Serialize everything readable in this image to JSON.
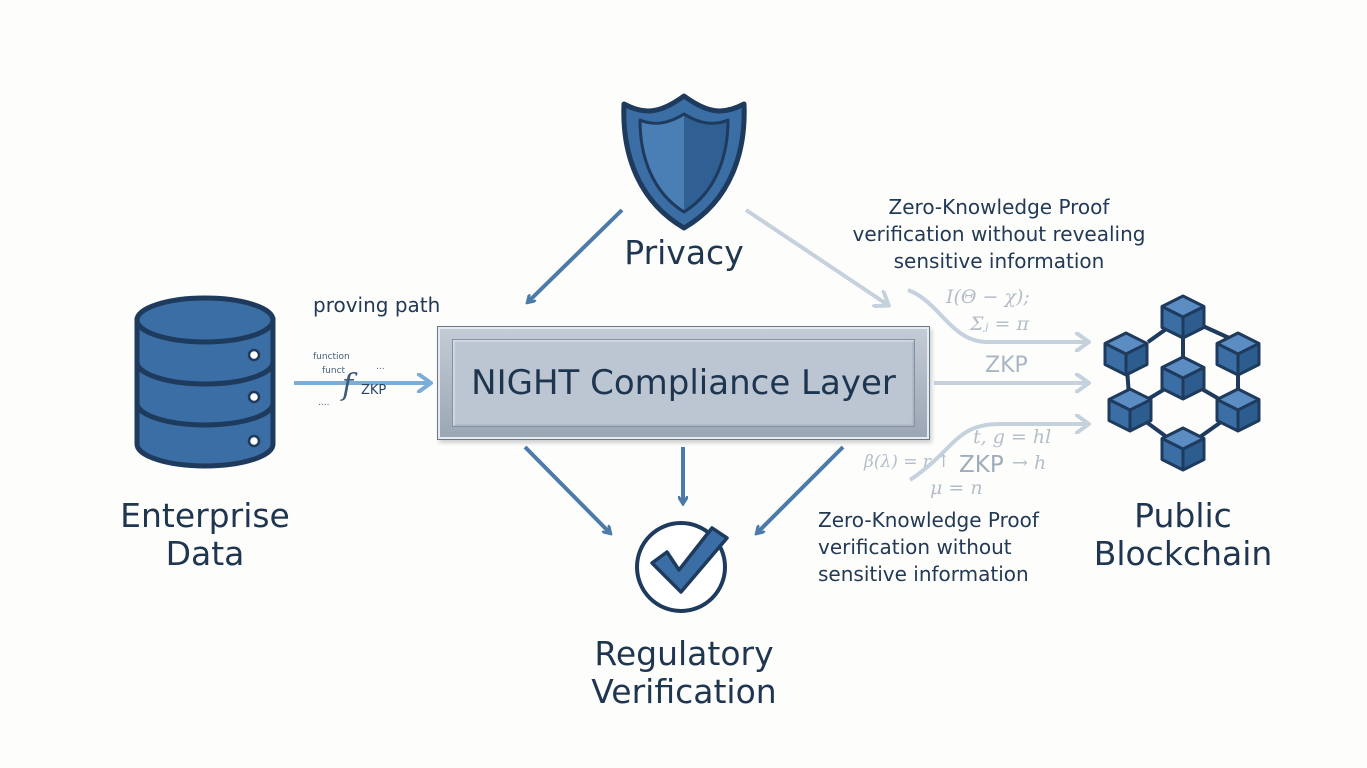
{
  "nodes": {
    "enterprise_data": "Enterprise\nData",
    "privacy": "Privacy",
    "compliance_layer": "NIGHT Compliance Layer",
    "regulatory_verification": "Regulatory\nVerification",
    "public_blockchain": "Public\nBlockchain"
  },
  "annotations": {
    "proving_path": "proving path",
    "zkp_note_top": "Zero-Knowledge Proof\nverification without revealing\nsensitive information",
    "zkp_note_bottom": "Zero-Knowledge Proof\nverification without\nsensitive information",
    "func_1": "function",
    "func_2": "funct",
    "func_dots_1": "...",
    "func_dots_2": "....",
    "func_f": "f",
    "func_zkp": "ZKP",
    "zkp_mid": "ZKP",
    "zkp_low": "ZKP",
    "math_1": "I(Θ − χ);",
    "math_2": "Σⱼ = π",
    "math_3": "t, g = hl",
    "math_4": "β(λ) = r ↑",
    "math_5": "→ h",
    "math_6": "μ = n"
  },
  "colors": {
    "primary_blue": "#3a6ea5",
    "dark_blue": "#1f3650",
    "arrow_blue": "#4c7aa9",
    "light_arrow": "#c5d1dc",
    "faint_text": "#b3bec9"
  },
  "icons": {
    "database": "database-icon",
    "shield": "shield-icon",
    "checkmark": "check-circle-icon",
    "blockchain": "blockchain-network-icon"
  }
}
